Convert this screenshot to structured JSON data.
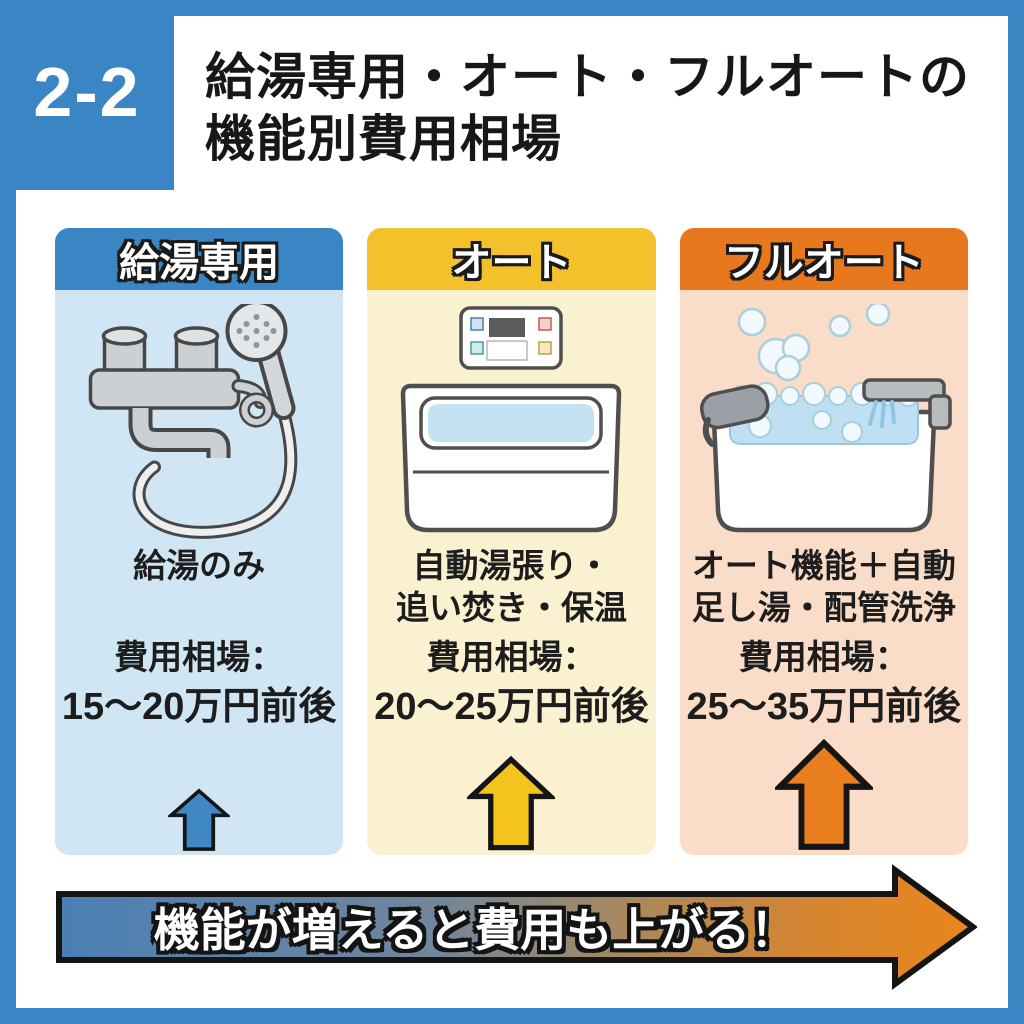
{
  "badge": {
    "label": "2-2",
    "bg": "#3a86c4"
  },
  "title": {
    "line1": "給湯専用・オート・フルオートの",
    "line2": "機能別費用相場"
  },
  "columns": [
    {
      "id": "hot-water-only",
      "header": "給湯専用",
      "icon": "handheld-shower-faucet-icon",
      "caption1": "給湯のみ",
      "caption2": "",
      "price_label": "費用相場：",
      "price_value": "15〜20万円前後",
      "header_bg": "#3a86c4",
      "body_bg": "#d1e6f4",
      "arrow_color": "#3f88c5"
    },
    {
      "id": "auto",
      "header": "オート",
      "icon": "bathtub-with-remote-control-icon",
      "caption1": "自動湯張り・",
      "caption2": "追い焚き・保温",
      "price_label": "費用相場：",
      "price_value": "20〜25万円前後",
      "header_bg": "#f2c12b",
      "body_bg": "#faf1d0",
      "arrow_color": "#f5c41c"
    },
    {
      "id": "full-auto",
      "header": "フルオート",
      "icon": "bathtub-bubbles-faucet-icon",
      "caption1": "オート機能＋自動",
      "caption2": "足し湯・配管洗浄",
      "price_label": "費用相場：",
      "price_value": "25〜35万円前後",
      "header_bg": "#e7781e",
      "body_bg": "#f9ddc8",
      "arrow_color": "#e87e1f"
    }
  ],
  "footer": {
    "label": "機能が増えると費用も上がる！",
    "gradient_left": "#4a7fb4",
    "gradient_right": "#ea851c"
  },
  "frame": {
    "border_color": "#3a86c4"
  }
}
